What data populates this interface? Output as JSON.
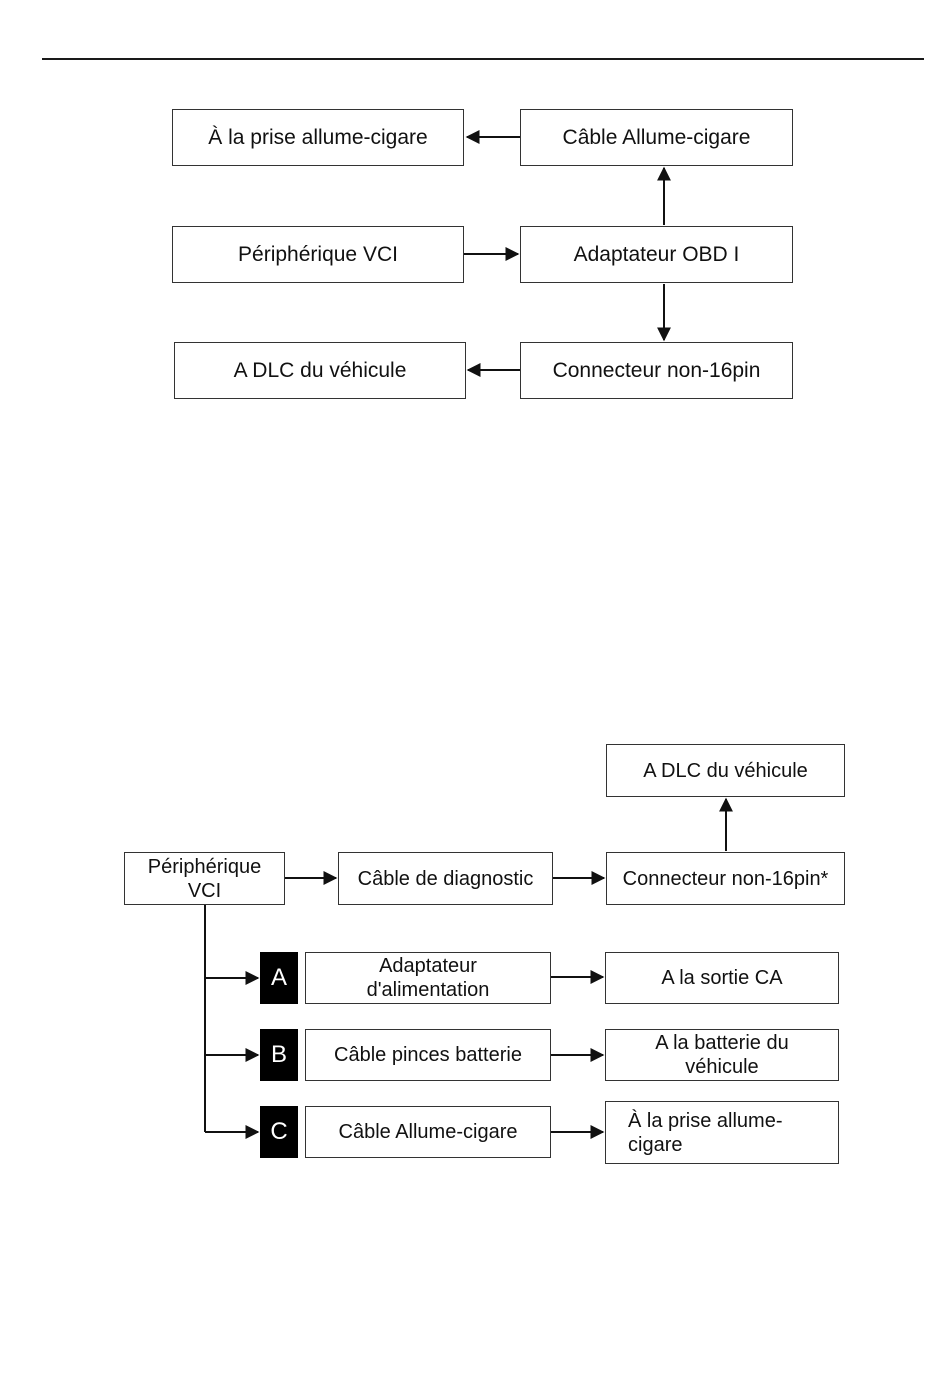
{
  "diagram1": {
    "cigarette_socket": "À la prise allume-cigare",
    "cigarette_cable": "Câble Allume-cigare",
    "vci_device": "Périphérique VCI",
    "obd1_adapter": "Adaptateur OBD I",
    "vehicle_dlc": "A DLC du véhicule",
    "non16pin_connector": "Connecteur non-16pin"
  },
  "diagram2": {
    "vehicle_dlc": "A DLC du véhicule",
    "vci_device": "Périphérique VCI",
    "diagnostic_cable": "Câble de diagnostic",
    "non16pin_connector": "Connecteur non-16pin*",
    "options": [
      {
        "letter": "A",
        "item": "Adaptateur d'alimentation",
        "target": "A la sortie CA"
      },
      {
        "letter": "B",
        "item": "Câble pinces batterie",
        "target": "A la batterie du véhicule"
      },
      {
        "letter": "C",
        "item": "Câble Allume-cigare",
        "target": "À la prise allume-cigare"
      }
    ]
  }
}
